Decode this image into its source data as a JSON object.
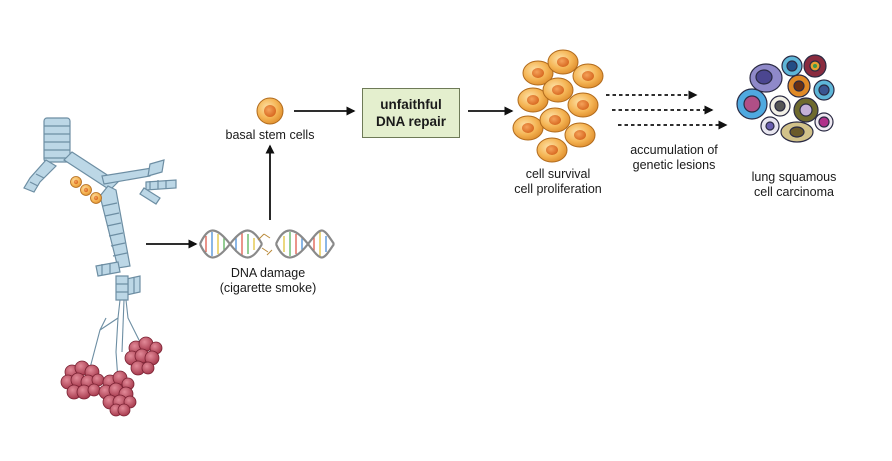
{
  "labels": {
    "basal_stem_cells": "basal stem cells",
    "dna_damage_line1": "DNA damage",
    "dna_damage_line2": "(cigarette smoke)",
    "repair_line1": "unfaithful",
    "repair_line2": "DNA repair",
    "survival_line1": "cell survival",
    "survival_line2": "cell proliferation",
    "accumulation_line1": "accumulation of",
    "accumulation_line2": "genetic lesions",
    "carcinoma_line1": "lung squamous",
    "carcinoma_line2": "cell carcinoma"
  },
  "colors": {
    "airway": "#bcd7e6",
    "airway_stroke": "#6d8ea3",
    "cell_fill": "#f2b34a",
    "cell_nucleus": "#e07a2a",
    "alveoli": "#b5485c",
    "repair_box": "#e4efce"
  }
}
